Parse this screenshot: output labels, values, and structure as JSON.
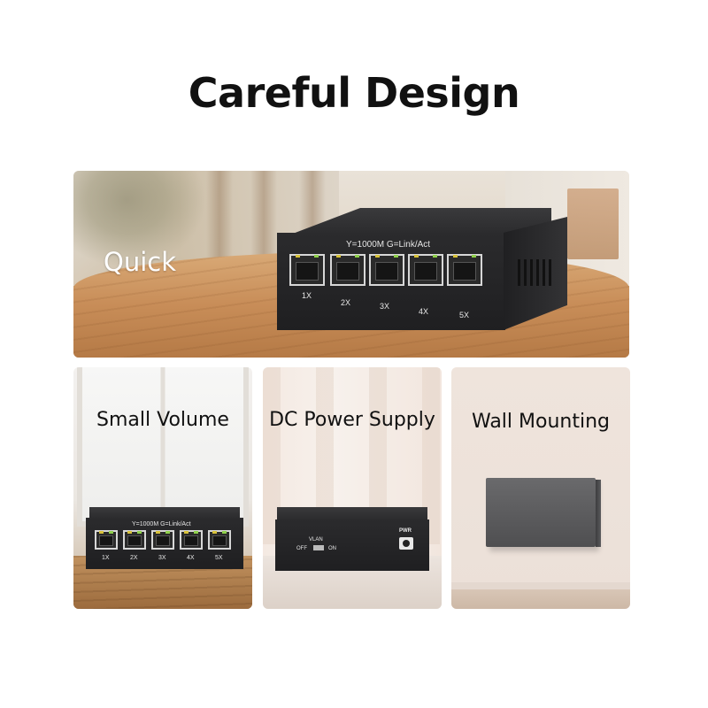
{
  "title": "Careful Design",
  "hero": {
    "label": "Quick",
    "switch_legend": "Y=1000M  G=Link/Act",
    "ports": [
      "1X",
      "2X",
      "3X",
      "4X",
      "5X"
    ]
  },
  "cards": [
    {
      "label": "Small Volume",
      "switch_legend": "Y=1000M  G=Link/Act",
      "ports": [
        "1X",
        "2X",
        "3X",
        "4X",
        "5X"
      ]
    },
    {
      "label": "DC Power Supply",
      "rear": {
        "vlan": "VLAN",
        "off": "OFF",
        "on": "ON",
        "pwr": "PWR"
      }
    },
    {
      "label": "Wall Mounting"
    }
  ]
}
